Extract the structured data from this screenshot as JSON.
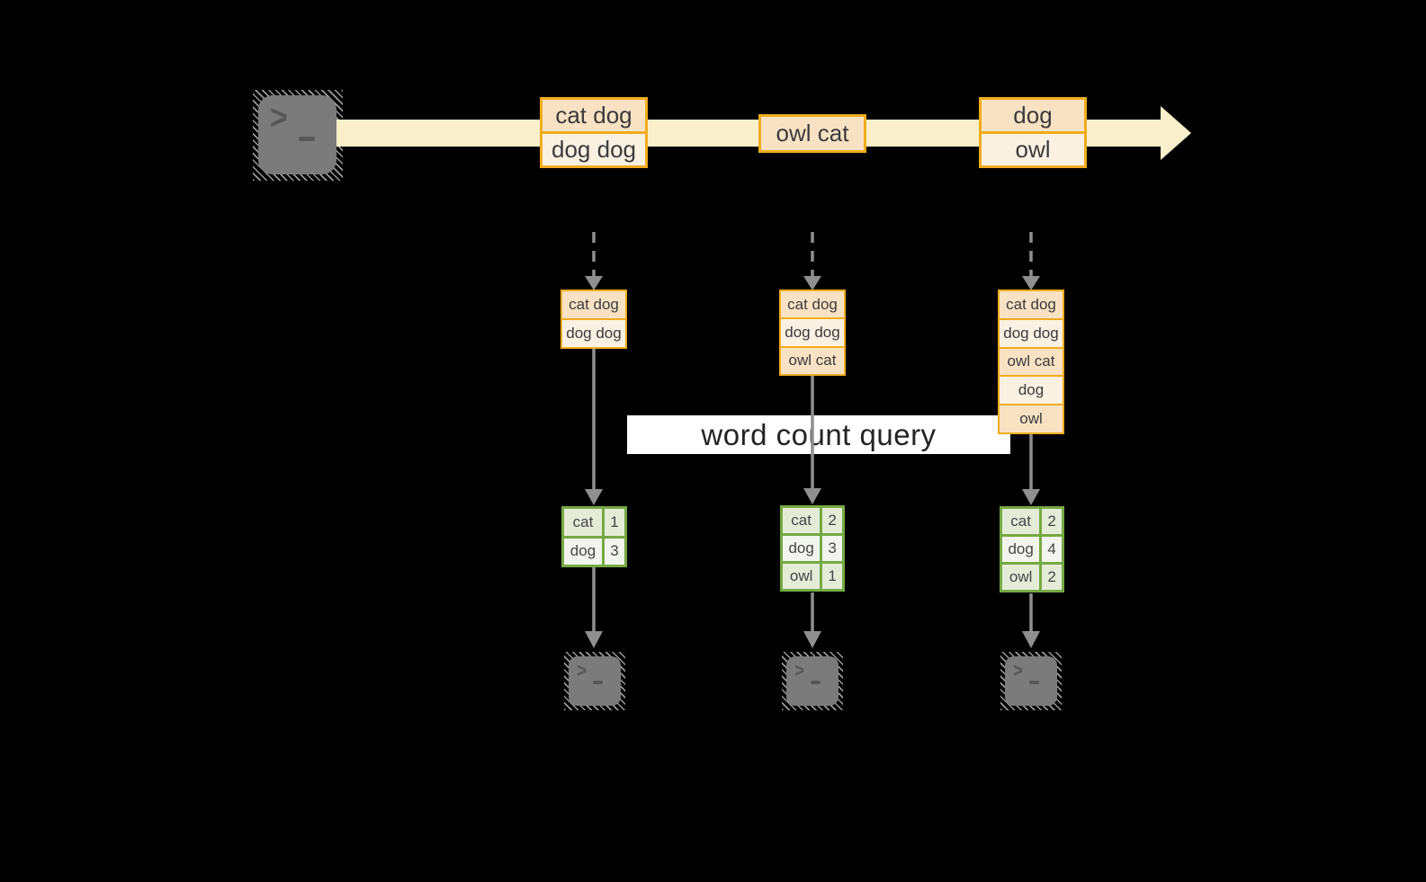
{
  "banner": {
    "label": "word count query"
  },
  "icons": {
    "terminal_prompt": ">"
  },
  "stream": {
    "events": [
      {
        "messages": [
          "cat dog",
          "dog dog"
        ]
      },
      {
        "messages": [
          "owl cat"
        ]
      },
      {
        "messages": [
          "dog",
          "owl"
        ]
      }
    ]
  },
  "workers": [
    {
      "buffer": [
        "cat dog",
        "dog dog"
      ],
      "counts": [
        {
          "word": "cat",
          "value": "1"
        },
        {
          "word": "dog",
          "value": "3"
        }
      ]
    },
    {
      "buffer": [
        "cat dog",
        "dog dog",
        "owl cat"
      ],
      "counts": [
        {
          "word": "cat",
          "value": "2"
        },
        {
          "word": "dog",
          "value": "3"
        },
        {
          "word": "owl",
          "value": "1"
        }
      ]
    },
    {
      "buffer": [
        "cat dog",
        "dog dog",
        "owl cat",
        "dog",
        "owl"
      ],
      "counts": [
        {
          "word": "cat",
          "value": "2"
        },
        {
          "word": "dog",
          "value": "4"
        },
        {
          "word": "owl",
          "value": "2"
        }
      ]
    }
  ],
  "colors": {
    "background": "#000000",
    "stream_band": "#FAEFCB",
    "amber_border": "#F0AC1E",
    "peach_fill": "#F8E2C3",
    "cream_fill": "#FBF1E2",
    "green_border": "#76A943",
    "sage_fill": "#E4ECD8",
    "light_sage_fill": "#F1F5ED",
    "arrow_gray": "#8F8F8F",
    "terminal_gray": "#7B7B7B",
    "banner_bg": "#FFFFFF",
    "text_dark": "#3B3B3B"
  }
}
